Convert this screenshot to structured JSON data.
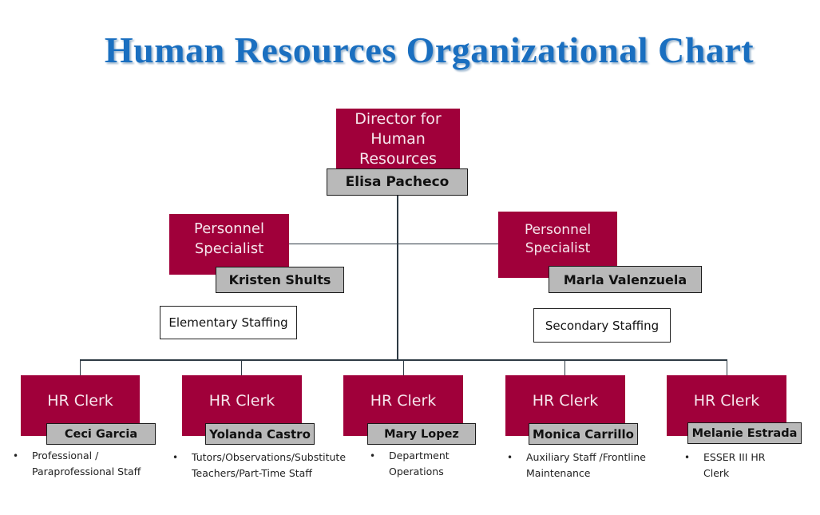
{
  "title": "Human Resources Organizational Chart",
  "colors": {
    "role_fill": "#a0003a",
    "name_fill": "#b9b9b9",
    "title": "#1a6fc0",
    "lines": "#2e3a44"
  },
  "director": {
    "role": "Director for Human Resources",
    "name": "Elisa Pacheco"
  },
  "specialists": [
    {
      "role": "Personnel Specialist",
      "name": "Kristen Shults",
      "area": "Elementary Staffing"
    },
    {
      "role": "Personnel Specialist",
      "name": "Marla Valenzuela",
      "area": "Secondary Staffing"
    }
  ],
  "clerks": [
    {
      "role": "HR Clerk",
      "name": "Ceci Garcia",
      "duty": "Professional /\nParaprofessional Staff"
    },
    {
      "role": "HR Clerk",
      "name": "Yolanda Castro",
      "duty": "Tutors/Observations/Substitute\nTeachers/Part-Time Staff"
    },
    {
      "role": "HR Clerk",
      "name": "Mary Lopez",
      "duty": "Department\nOperations"
    },
    {
      "role": "HR Clerk",
      "name": "Monica Carrillo",
      "duty": "Auxiliary Staff /Frontline\nMaintenance"
    },
    {
      "role": "HR Clerk",
      "name": "Melanie Estrada",
      "duty": "ESSER III HR\nClerk"
    }
  ],
  "bullet": "•"
}
